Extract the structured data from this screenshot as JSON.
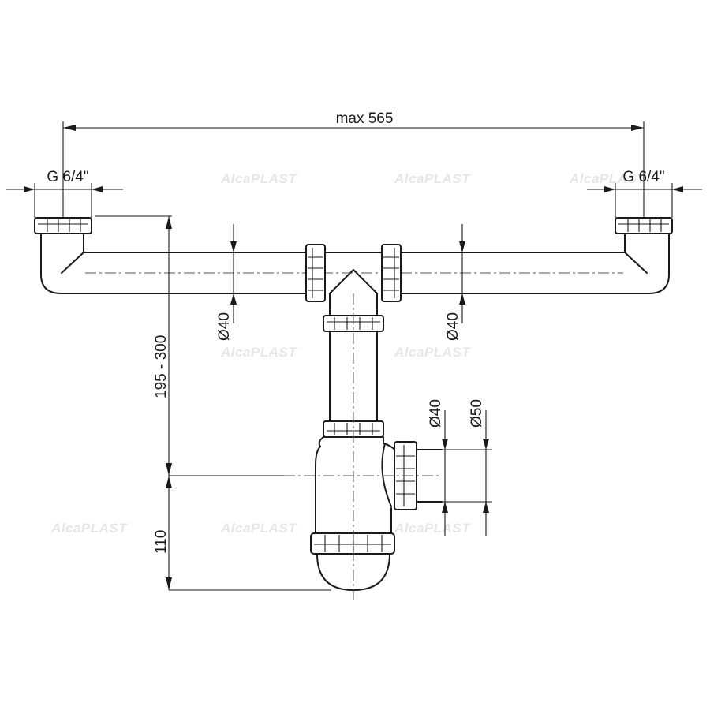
{
  "dimensions": {
    "overall_width": "max 565",
    "thread_left": "G 6/4\"",
    "thread_right": "G 6/4\"",
    "diameter_left_pipe": "Ø40",
    "diameter_right_pipe": "Ø40",
    "outlet_inner_diameter": "Ø40",
    "outlet_outer_diameter": "Ø50",
    "height_range": "195 - 300",
    "outlet_height": "110"
  },
  "watermark": {
    "brand": "AlcaPLAST"
  },
  "colors": {
    "line": "#1a1a1a",
    "watermark": "#e6e6e6",
    "background": "#ffffff"
  }
}
